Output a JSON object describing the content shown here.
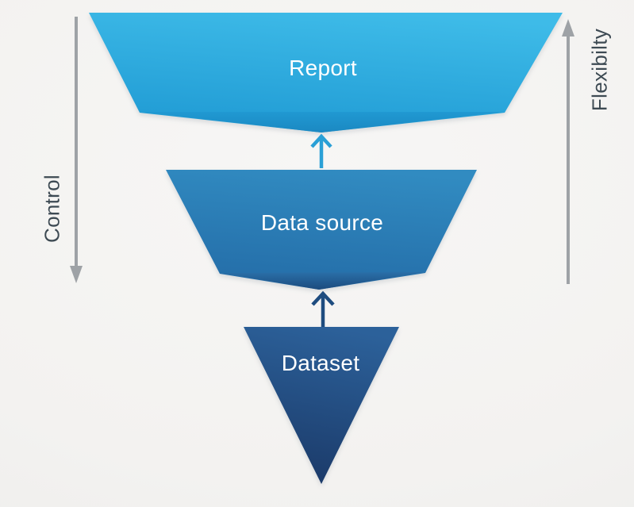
{
  "background_color": "#F4F3F1",
  "funnel": {
    "levels": [
      {
        "label": "Report",
        "color_top": "#3EBBE8",
        "color_bottom": "#209BD4",
        "dip_color_top": "#2099D2",
        "dip_color_bottom": "#1B88C2",
        "text_color": "#FFFFFF"
      },
      {
        "label": "Data source",
        "color_top": "#318BC1",
        "color_bottom": "#246DA8",
        "dip_color_top": "#2A6FA8",
        "dip_color_bottom": "#1C4B7D",
        "text_color": "#FFFFFF"
      },
      {
        "label": "Dataset",
        "color_top": "#2C619A",
        "color_bottom": "#1B3A69",
        "text_color": "#FFFFFF"
      }
    ],
    "arrows": [
      {
        "name": "data-source-to-report",
        "direction": "up",
        "color": "#2AA0D6"
      },
      {
        "name": "dataset-to-data-source",
        "direction": "up",
        "color": "#1E4C7F"
      }
    ]
  },
  "axes": {
    "left": {
      "label": "Control",
      "arrow_direction": "down",
      "arrow_color": "#9EA2A6",
      "text_color": "#3D4A53"
    },
    "right": {
      "label": "Flexibilty",
      "arrow_direction": "up",
      "arrow_color": "#9EA2A6",
      "text_color": "#3D4A53"
    }
  }
}
